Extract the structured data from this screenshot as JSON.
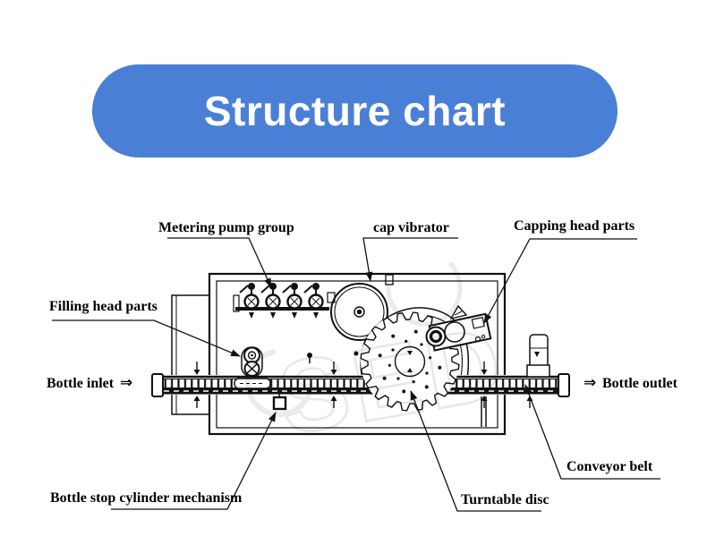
{
  "banner": {
    "title": "Structure chart",
    "background_color": "#4a7fd6",
    "text_color": "#ffffff"
  },
  "diagram": {
    "line_color": "#111111",
    "watermark_text": "SED",
    "labels": {
      "metering_pump_group": "Metering pump group",
      "cap_vibrator": "cap vibrator",
      "capping_head_parts": "Capping head parts",
      "filling_head_parts": "Filling head parts",
      "bottle_inlet": "Bottle inlet",
      "bottle_outlet": "Bottle outlet",
      "conveyor_belt": "Conveyor belt",
      "turntable_disc": "Turntable disc",
      "bottle_stop_cylinder_mechanism": "Bottle stop cylinder mechanism",
      "inlet_arrow": "⇒",
      "outlet_arrow": "⇒"
    }
  }
}
